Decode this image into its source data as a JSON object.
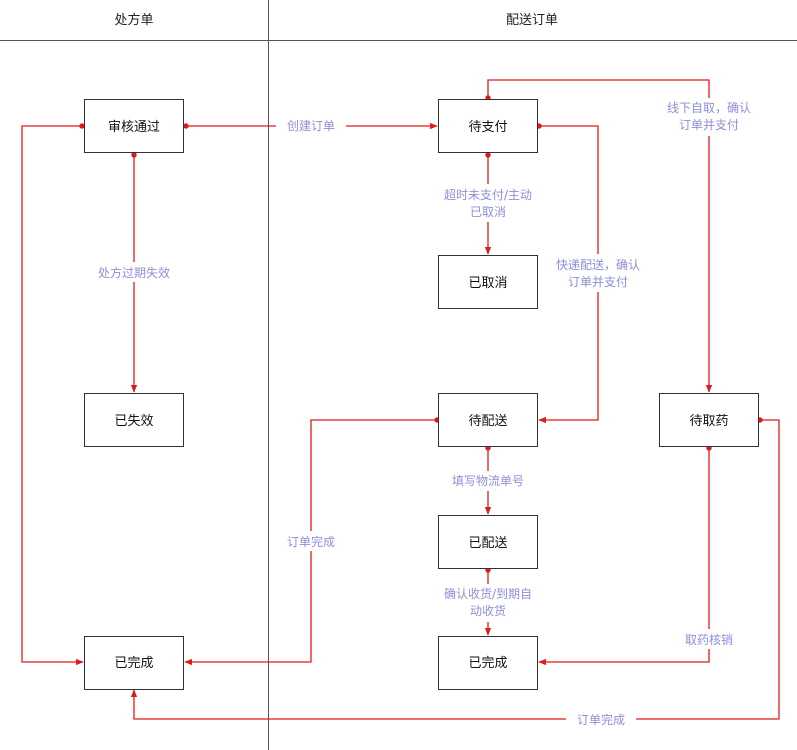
{
  "lanes": {
    "left": "处方单",
    "right": "配送订单"
  },
  "nodes": {
    "approved": "审核通过",
    "expired": "已失效",
    "rx_done": "已完成",
    "pending_pay": "待支付",
    "cancelled": "已取消",
    "pending_ship": "待配送",
    "shipped": "已配送",
    "order_done": "已完成",
    "pending_pickup": "待取药"
  },
  "edges": {
    "create_order": "创建订单",
    "rx_expire": "处方过期失效",
    "timeout_cancel": [
      "超时未支付/主动",
      "已取消"
    ],
    "express_pay": [
      "快递配送，确认",
      "订单并支付"
    ],
    "offline_pay": [
      "线下自取，确认",
      "订单并支付"
    ],
    "fill_tracking": "填写物流单号",
    "confirm_receipt": [
      "确认收货/到期自",
      "动收货"
    ],
    "pickup_verify": "取药核销",
    "ship_order_done": "订单完成",
    "pickup_order_done": "订单完成"
  },
  "colors": {
    "edge": "#e01a1a",
    "label": "#8d8fd9"
  }
}
